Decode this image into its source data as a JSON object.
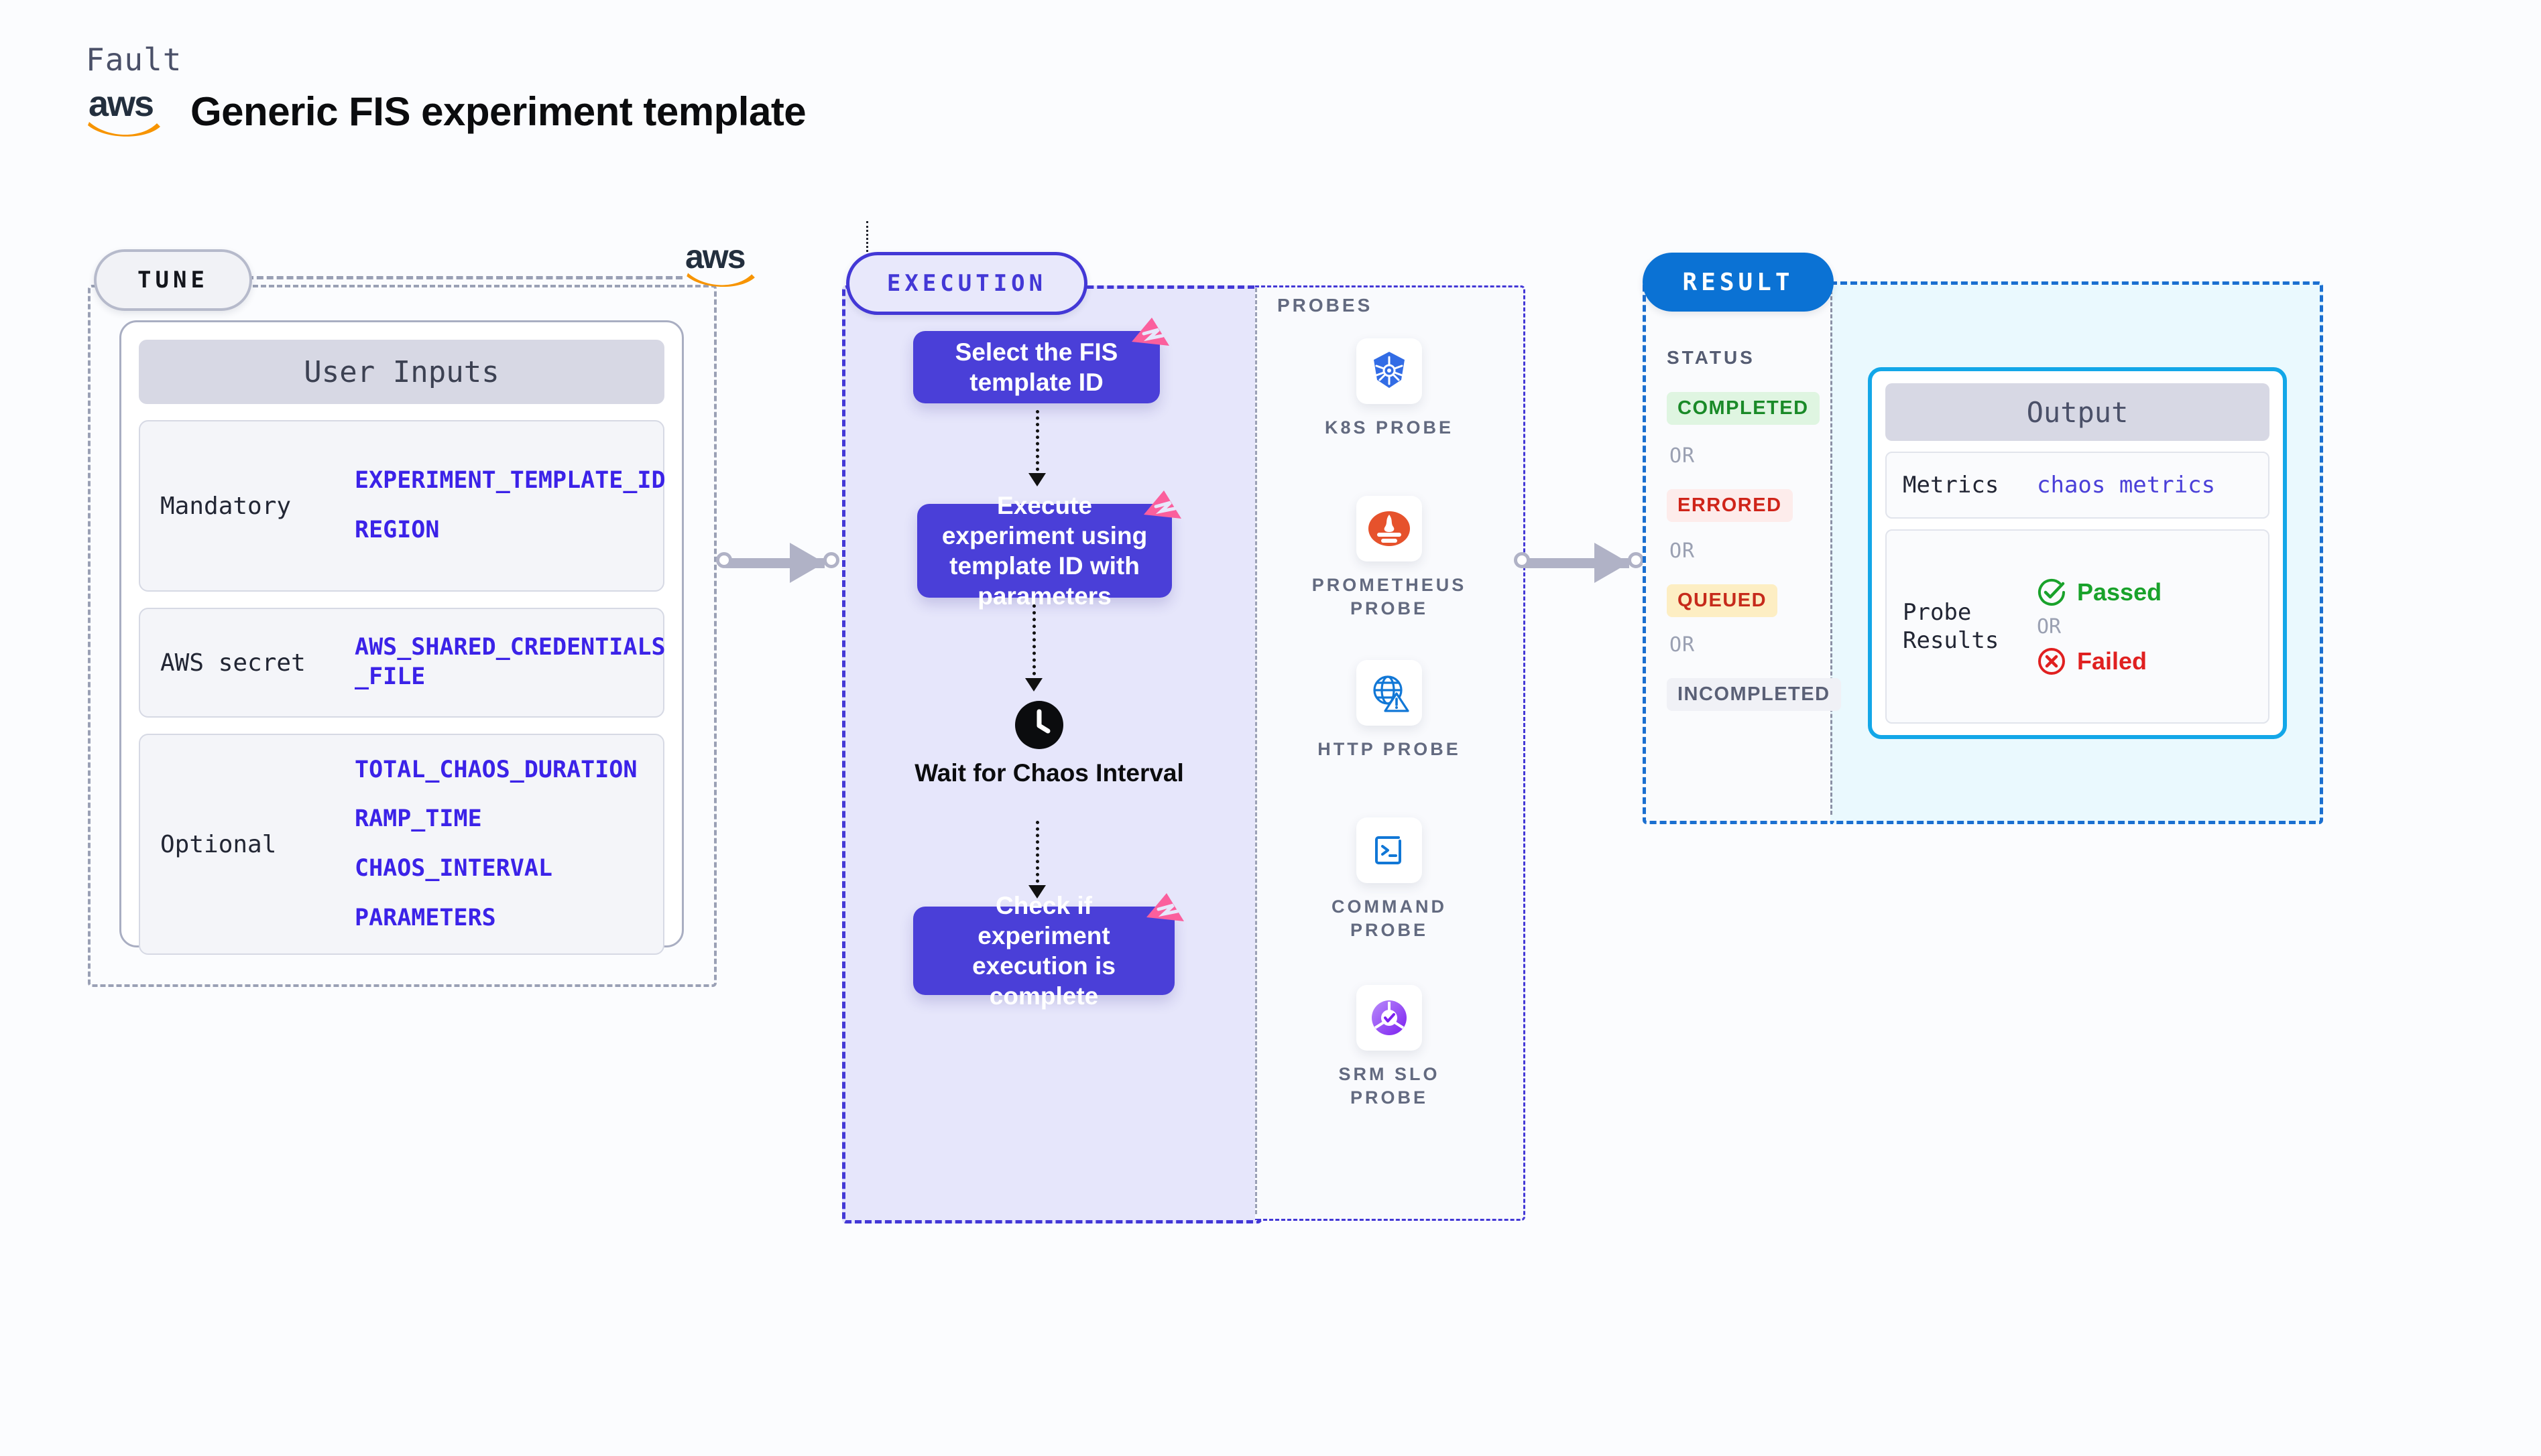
{
  "header": {
    "eyebrow": "Fault",
    "title": "Generic FIS experiment template",
    "logo_text": "aws",
    "logo_name": "aws-logo"
  },
  "tune": {
    "pill_label": "TUNE",
    "inline_logo_text": "aws",
    "card_title": "User Inputs",
    "groups": [
      {
        "label": "Mandatory",
        "values": [
          "EXPERIMENT_TEMPLATE_ID",
          "REGION"
        ]
      },
      {
        "label": "AWS secret",
        "values": [
          "AWS_SHARED_CREDENTIALS\n_FILE"
        ]
      },
      {
        "label": "Optional",
        "values": [
          "TOTAL_CHAOS_DURATION",
          "RAMP_TIME",
          "CHAOS_INTERVAL",
          "PARAMETERS"
        ]
      }
    ]
  },
  "execution": {
    "pill_label": "EXECUTION",
    "steps": [
      {
        "text": "Select the FIS template ID",
        "badge": "litmus-chaos-icon"
      },
      {
        "text": "Execute experiment using template ID with parameters",
        "badge": "litmus-chaos-icon"
      },
      {
        "text": "Check if experiment execution is complete",
        "badge": "litmus-chaos-icon"
      }
    ],
    "wait_node": {
      "icon": "clock-icon",
      "label": "Wait for Chaos Interval"
    }
  },
  "probes": {
    "title": "PROBES",
    "items": [
      {
        "label": "K8S PROBE",
        "icon": "kubernetes-icon"
      },
      {
        "label": "PROMETHEUS PROBE",
        "icon": "prometheus-icon"
      },
      {
        "label": "HTTP PROBE",
        "icon": "http-globe-warning-icon"
      },
      {
        "label": "COMMAND PROBE",
        "icon": "terminal-icon"
      },
      {
        "label": "SRM SLO PROBE",
        "icon": "srm-slo-icon"
      }
    ]
  },
  "result": {
    "pill_label": "RESULT",
    "status_title": "STATUS",
    "or_label": "OR",
    "statuses": [
      {
        "label": "COMPLETED",
        "bg": "#dff5e1",
        "fg": "#1a8a28"
      },
      {
        "label": "ERRORED",
        "bg": "#fdeceb",
        "fg": "#cf2419"
      },
      {
        "label": "QUEUED",
        "bg": "#fdeec3",
        "fg": "#c62a1b"
      },
      {
        "label": "INCOMPLETED",
        "bg": "#f0f1f6",
        "fg": "#5a6076"
      }
    ],
    "output": {
      "title": "Output",
      "metrics_label": "Metrics",
      "metrics_value": "chaos metrics",
      "probe_results_label": "Probe Results",
      "passed_label": "Passed",
      "failed_label": "Failed",
      "or_label": "OR",
      "passed_icon": "check-circle-icon",
      "failed_icon": "x-circle-icon"
    }
  },
  "colors": {
    "flow_purple": "#4a3fd8",
    "exec_border": "#4338d6",
    "exec_fill": "#e6e6fb",
    "result_border": "#1b6fd0",
    "result_fill": "#eaf9fe",
    "output_border": "#13a7e8",
    "var_blue": "#3b22e8",
    "litmus_pink": "#fb5f9d",
    "connector_grey": "#b0b2c6",
    "aws_orange": "#f79400",
    "aws_navy": "#232f3e"
  }
}
